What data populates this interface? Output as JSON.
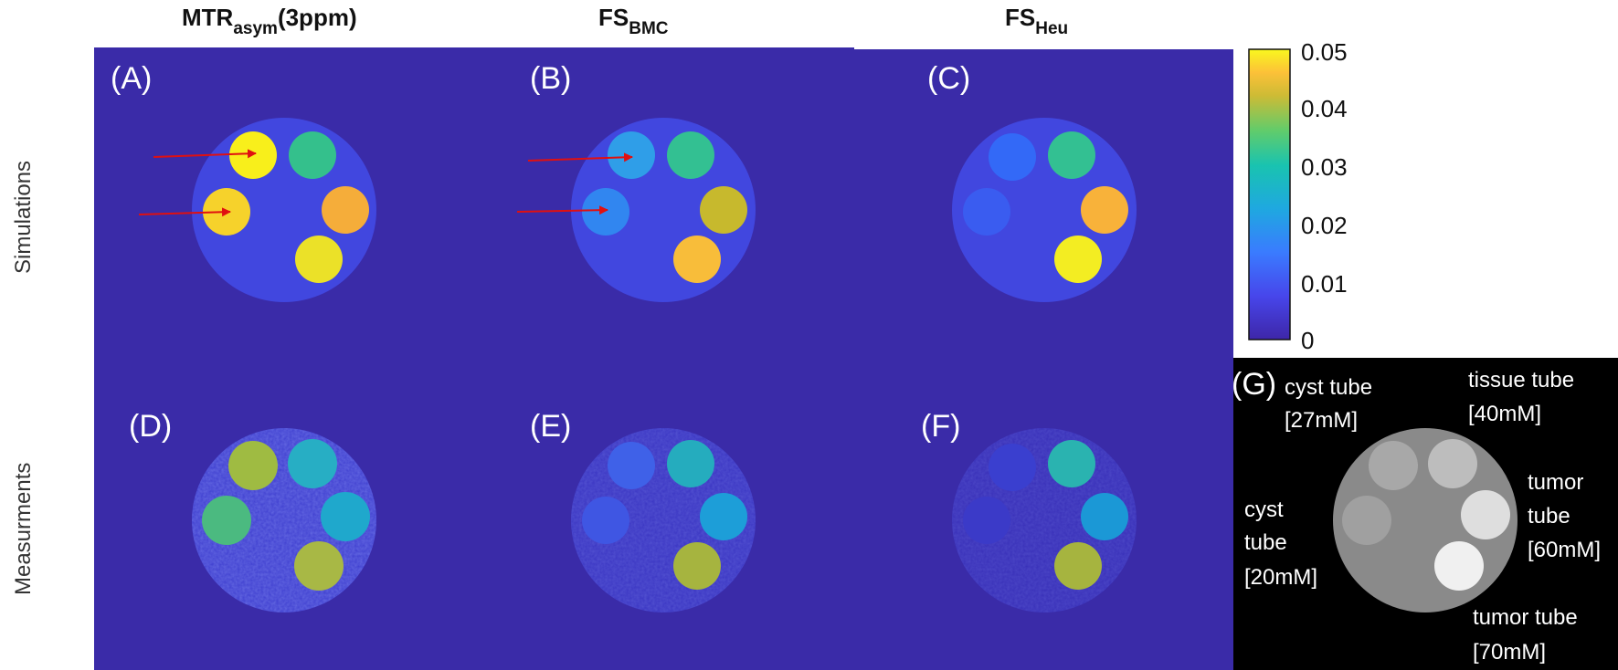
{
  "column_titles": [
    {
      "main": "MTR",
      "sub": "asym",
      "suffix": "(3ppm)"
    },
    {
      "main": "FS",
      "sub": "BMC",
      "suffix": ""
    },
    {
      "main": "FS",
      "sub": "Heu",
      "suffix": ""
    }
  ],
  "row_labels": {
    "top": "Simulations",
    "bottom": "Measurments"
  },
  "panel_labels": [
    "(A)",
    "(B)",
    "(C)",
    "(D)",
    "(E)",
    "(F)"
  ],
  "colorbar": {
    "ticks": [
      "0.05",
      "0.04",
      "0.03",
      "0.02",
      "0.01",
      "0"
    ],
    "range": [
      0,
      0.05
    ]
  },
  "reference_panel": {
    "label": "(G)",
    "annotations": {
      "cyst_top": [
        "cyst tube",
        "[27mM]"
      ],
      "tissue": [
        "tissue tube",
        "[40mM]"
      ],
      "cyst_left": [
        "cyst",
        "tube",
        "[20mM]"
      ],
      "tumor_right": [
        "tumor",
        "tube",
        "[60mM]"
      ],
      "tumor_bottom": [
        "tumor tube",
        "[70mM]"
      ]
    }
  },
  "colors": {
    "background": "#3a2ba8",
    "phantom_body": "#4248e0",
    "reference_background": "#000000",
    "arrow": "#e01010"
  }
}
